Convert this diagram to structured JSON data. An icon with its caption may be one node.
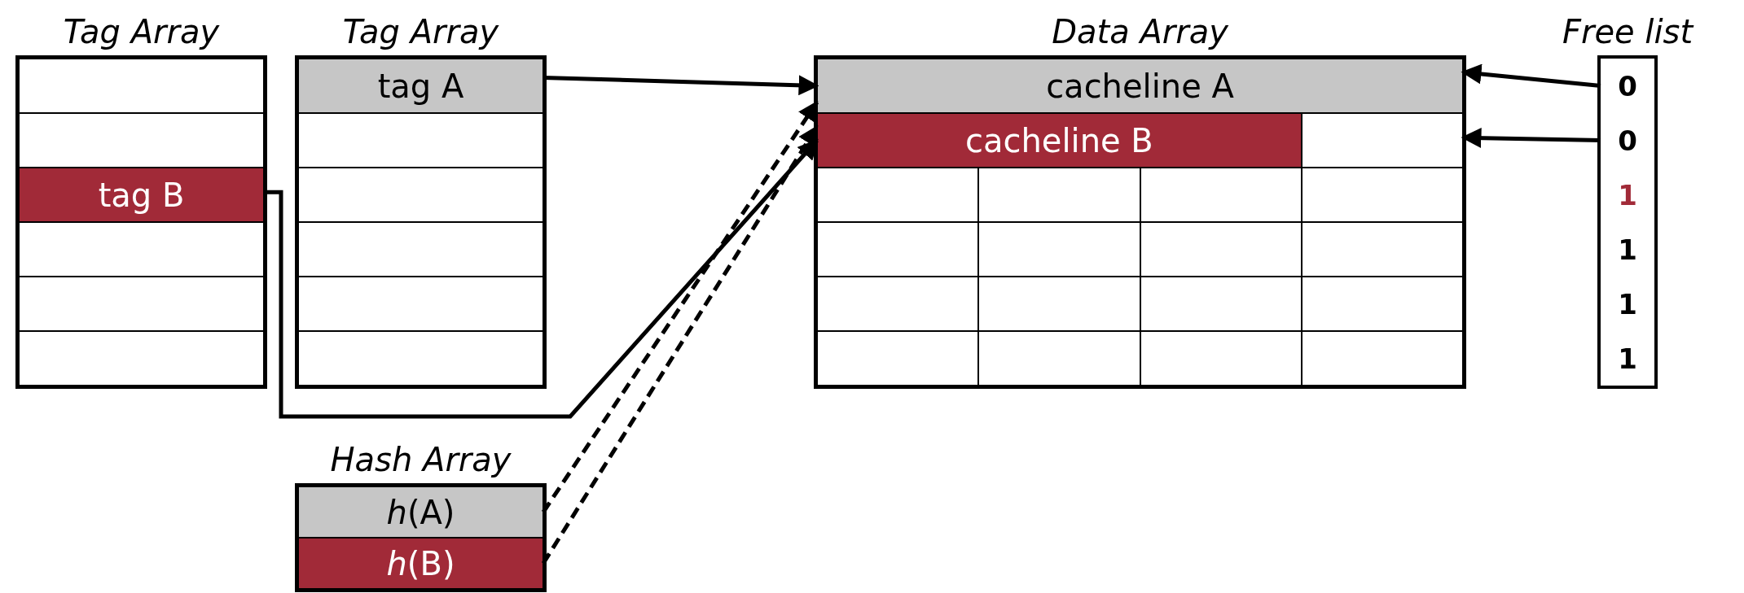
{
  "diagram": {
    "nodes": [
      {
        "text": [
          "Tag Array"
        ]
      },
      {
        "text": [],
        "shape": "box",
        "in": 0
      },
      {
        "text": [],
        "shape": "box",
        "in": 0
      },
      {
        "text": [
          "tag B"
        ],
        "in": 0
      },
      {
        "text": [],
        "shape": "box",
        "in": 0
      },
      {
        "text": [],
        "shape": "box",
        "in": 0
      },
      {
        "text": [],
        "shape": "box",
        "in": 0
      },
      {
        "text": [
          "Tag Array"
        ]
      },
      {
        "text": [
          "tag A"
        ],
        "in": 7
      },
      {
        "text": [],
        "shape": "box",
        "in": 7
      },
      {
        "text": [],
        "shape": "box",
        "in": 7
      },
      {
        "text": [],
        "shape": "box",
        "in": 7
      },
      {
        "text": [],
        "shape": "box",
        "in": 7
      },
      {
        "text": [],
        "shape": "box",
        "in": 7
      },
      {
        "text": [
          "Hash Array"
        ]
      },
      {
        "text": [
          "*h*(A)"
        ],
        "in": 14
      },
      {
        "text": [
          "*h*(B)"
        ],
        "in": 14
      },
      {
        "text": [
          "Data Array"
        ]
      },
      {
        "text": [
          "cacheline A"
        ],
        "in": 17
      },
      {
        "text": [
          "cacheline B"
        ],
        "in": 17
      },
      {
        "text": [],
        "shape": "box",
        "in": 17
      },
      {
        "text": [],
        "shape": "box",
        "in": 17
      },
      {
        "text": [],
        "shape": "box",
        "in": 17
      },
      {
        "text": [],
        "shape": "box",
        "in": 17
      },
      {
        "text": [],
        "shape": "box",
        "in": 17
      },
      {
        "text": [],
        "shape": "box",
        "in": 17
      },
      {
        "text": [],
        "shape": "box",
        "in": 17
      },
      {
        "text": [],
        "shape": "box",
        "in": 17
      },
      {
        "text": [],
        "shape": "box",
        "in": 17
      },
      {
        "text": [],
        "shape": "box",
        "in": 17
      },
      {
        "text": [],
        "shape": "box",
        "in": 17
      },
      {
        "text": [],
        "shape": "box",
        "in": 17
      },
      {
        "text": [],
        "shape": "box",
        "in": 17
      },
      {
        "text": [],
        "shape": "box",
        "in": 17
      },
      {
        "text": [],
        "shape": "box",
        "in": 17
      },
      {
        "text": [],
        "shape": "box",
        "in": 17
      },
      {
        "text": [],
        "shape": "box",
        "in": 17
      },
      {
        "text": [
          "Free list"
        ]
      },
      {
        "text": [
          "0"
        ],
        "in": 37
      },
      {
        "text": [
          "0"
        ],
        "in": 37
      },
      {
        "text": [
          "1"
        ],
        "in": 37
      },
      {
        "text": [
          "1"
        ],
        "in": 37
      },
      {
        "text": [
          "1"
        ],
        "in": 37
      },
      {
        "text": [
          "1"
        ],
        "in": 37
      }
    ],
    "edges": [
      {
        "from": 8,
        "to": 18,
        "arrow": "to"
      },
      {
        "from": 3,
        "to": 19,
        "arrow": "to"
      },
      {
        "from": 15,
        "to": 18,
        "arrow": "to",
        "style": "dashed"
      },
      {
        "from": 16,
        "to": 19,
        "arrow": "to",
        "style": "dashed"
      },
      {
        "from": 38,
        "to": 18,
        "arrow": "to"
      },
      {
        "from": 39,
        "to": 20,
        "arrow": "to"
      }
    ]
  }
}
